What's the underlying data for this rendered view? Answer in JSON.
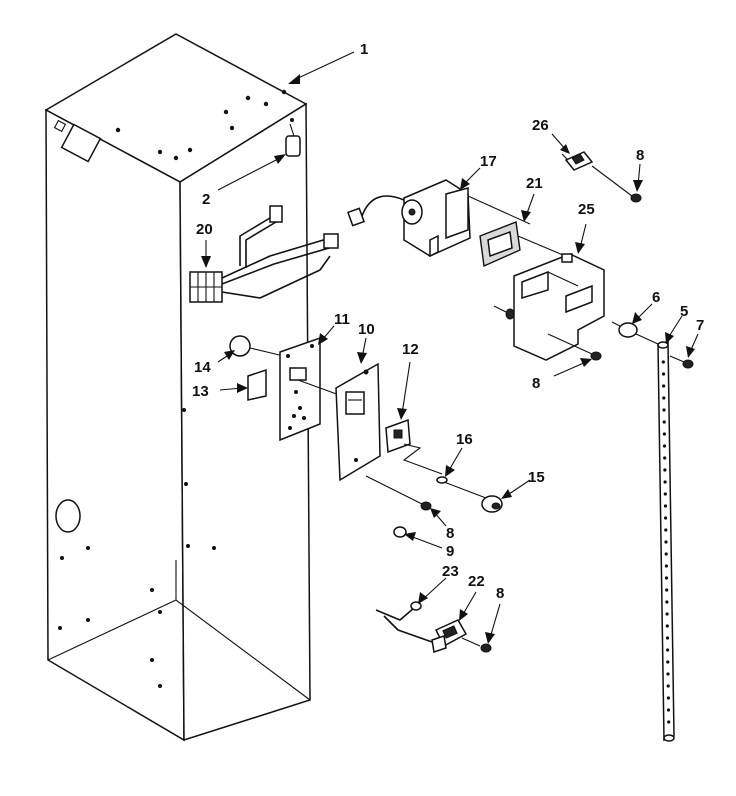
{
  "callouts": [
    {
      "id": "1",
      "text": "1"
    },
    {
      "id": "2",
      "text": "2"
    },
    {
      "id": "5",
      "text": "5"
    },
    {
      "id": "6",
      "text": "6"
    },
    {
      "id": "7",
      "text": "7"
    },
    {
      "id": "8a",
      "text": "8"
    },
    {
      "id": "8b",
      "text": "8"
    },
    {
      "id": "8c",
      "text": "8"
    },
    {
      "id": "8d",
      "text": "8"
    },
    {
      "id": "9",
      "text": "9"
    },
    {
      "id": "10",
      "text": "10"
    },
    {
      "id": "11",
      "text": "11"
    },
    {
      "id": "12",
      "text": "12"
    },
    {
      "id": "13",
      "text": "13"
    },
    {
      "id": "14",
      "text": "14"
    },
    {
      "id": "15",
      "text": "15"
    },
    {
      "id": "16",
      "text": "16"
    },
    {
      "id": "17",
      "text": "17"
    },
    {
      "id": "20",
      "text": "20"
    },
    {
      "id": "21",
      "text": "21"
    },
    {
      "id": "22",
      "text": "22"
    },
    {
      "id": "23",
      "text": "23"
    },
    {
      "id": "25",
      "text": "25"
    },
    {
      "id": "26",
      "text": "26"
    }
  ]
}
